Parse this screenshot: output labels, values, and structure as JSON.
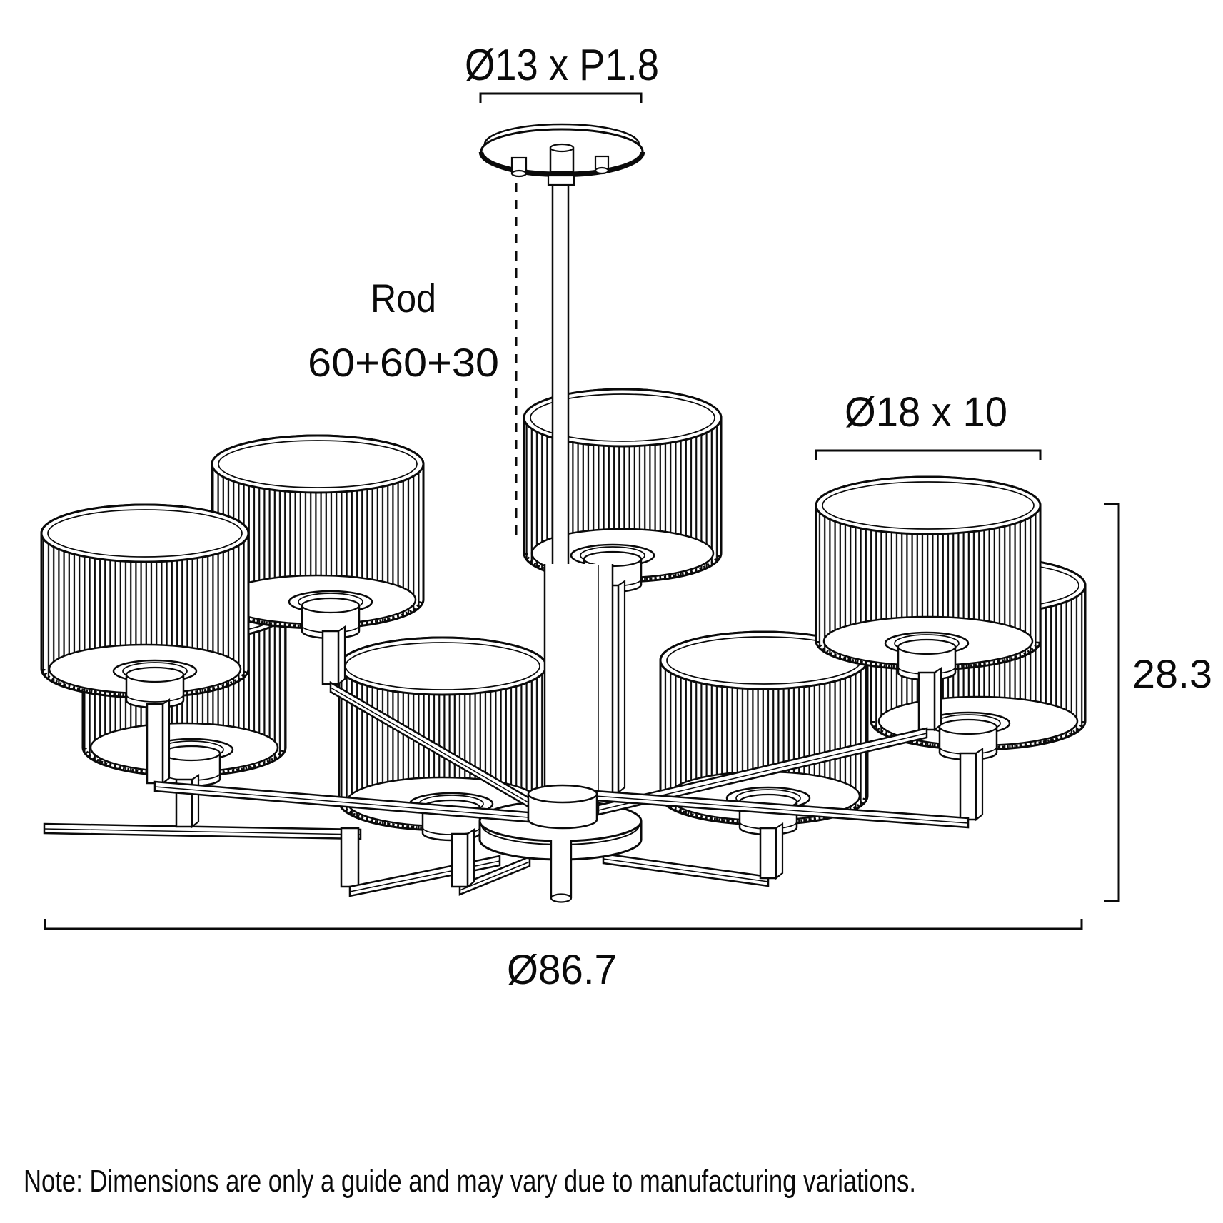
{
  "diagram": {
    "labels": {
      "canopy": "Ø13 x P1.8",
      "rod_name": "Rod",
      "rod_length": "60+60+30",
      "shade": "Ø18 x 10",
      "height": "28.3",
      "diameter": "Ø86.7"
    },
    "note": "Note: Dimensions are only a guide and may vary due to manufacturing variations.",
    "fixture": {
      "type": "ceiling chandelier line drawing",
      "shade_count": 8,
      "shade_style": "ribbed drum"
    },
    "colors": {
      "line": "#0a0a0a",
      "background": "#ffffff"
    }
  }
}
